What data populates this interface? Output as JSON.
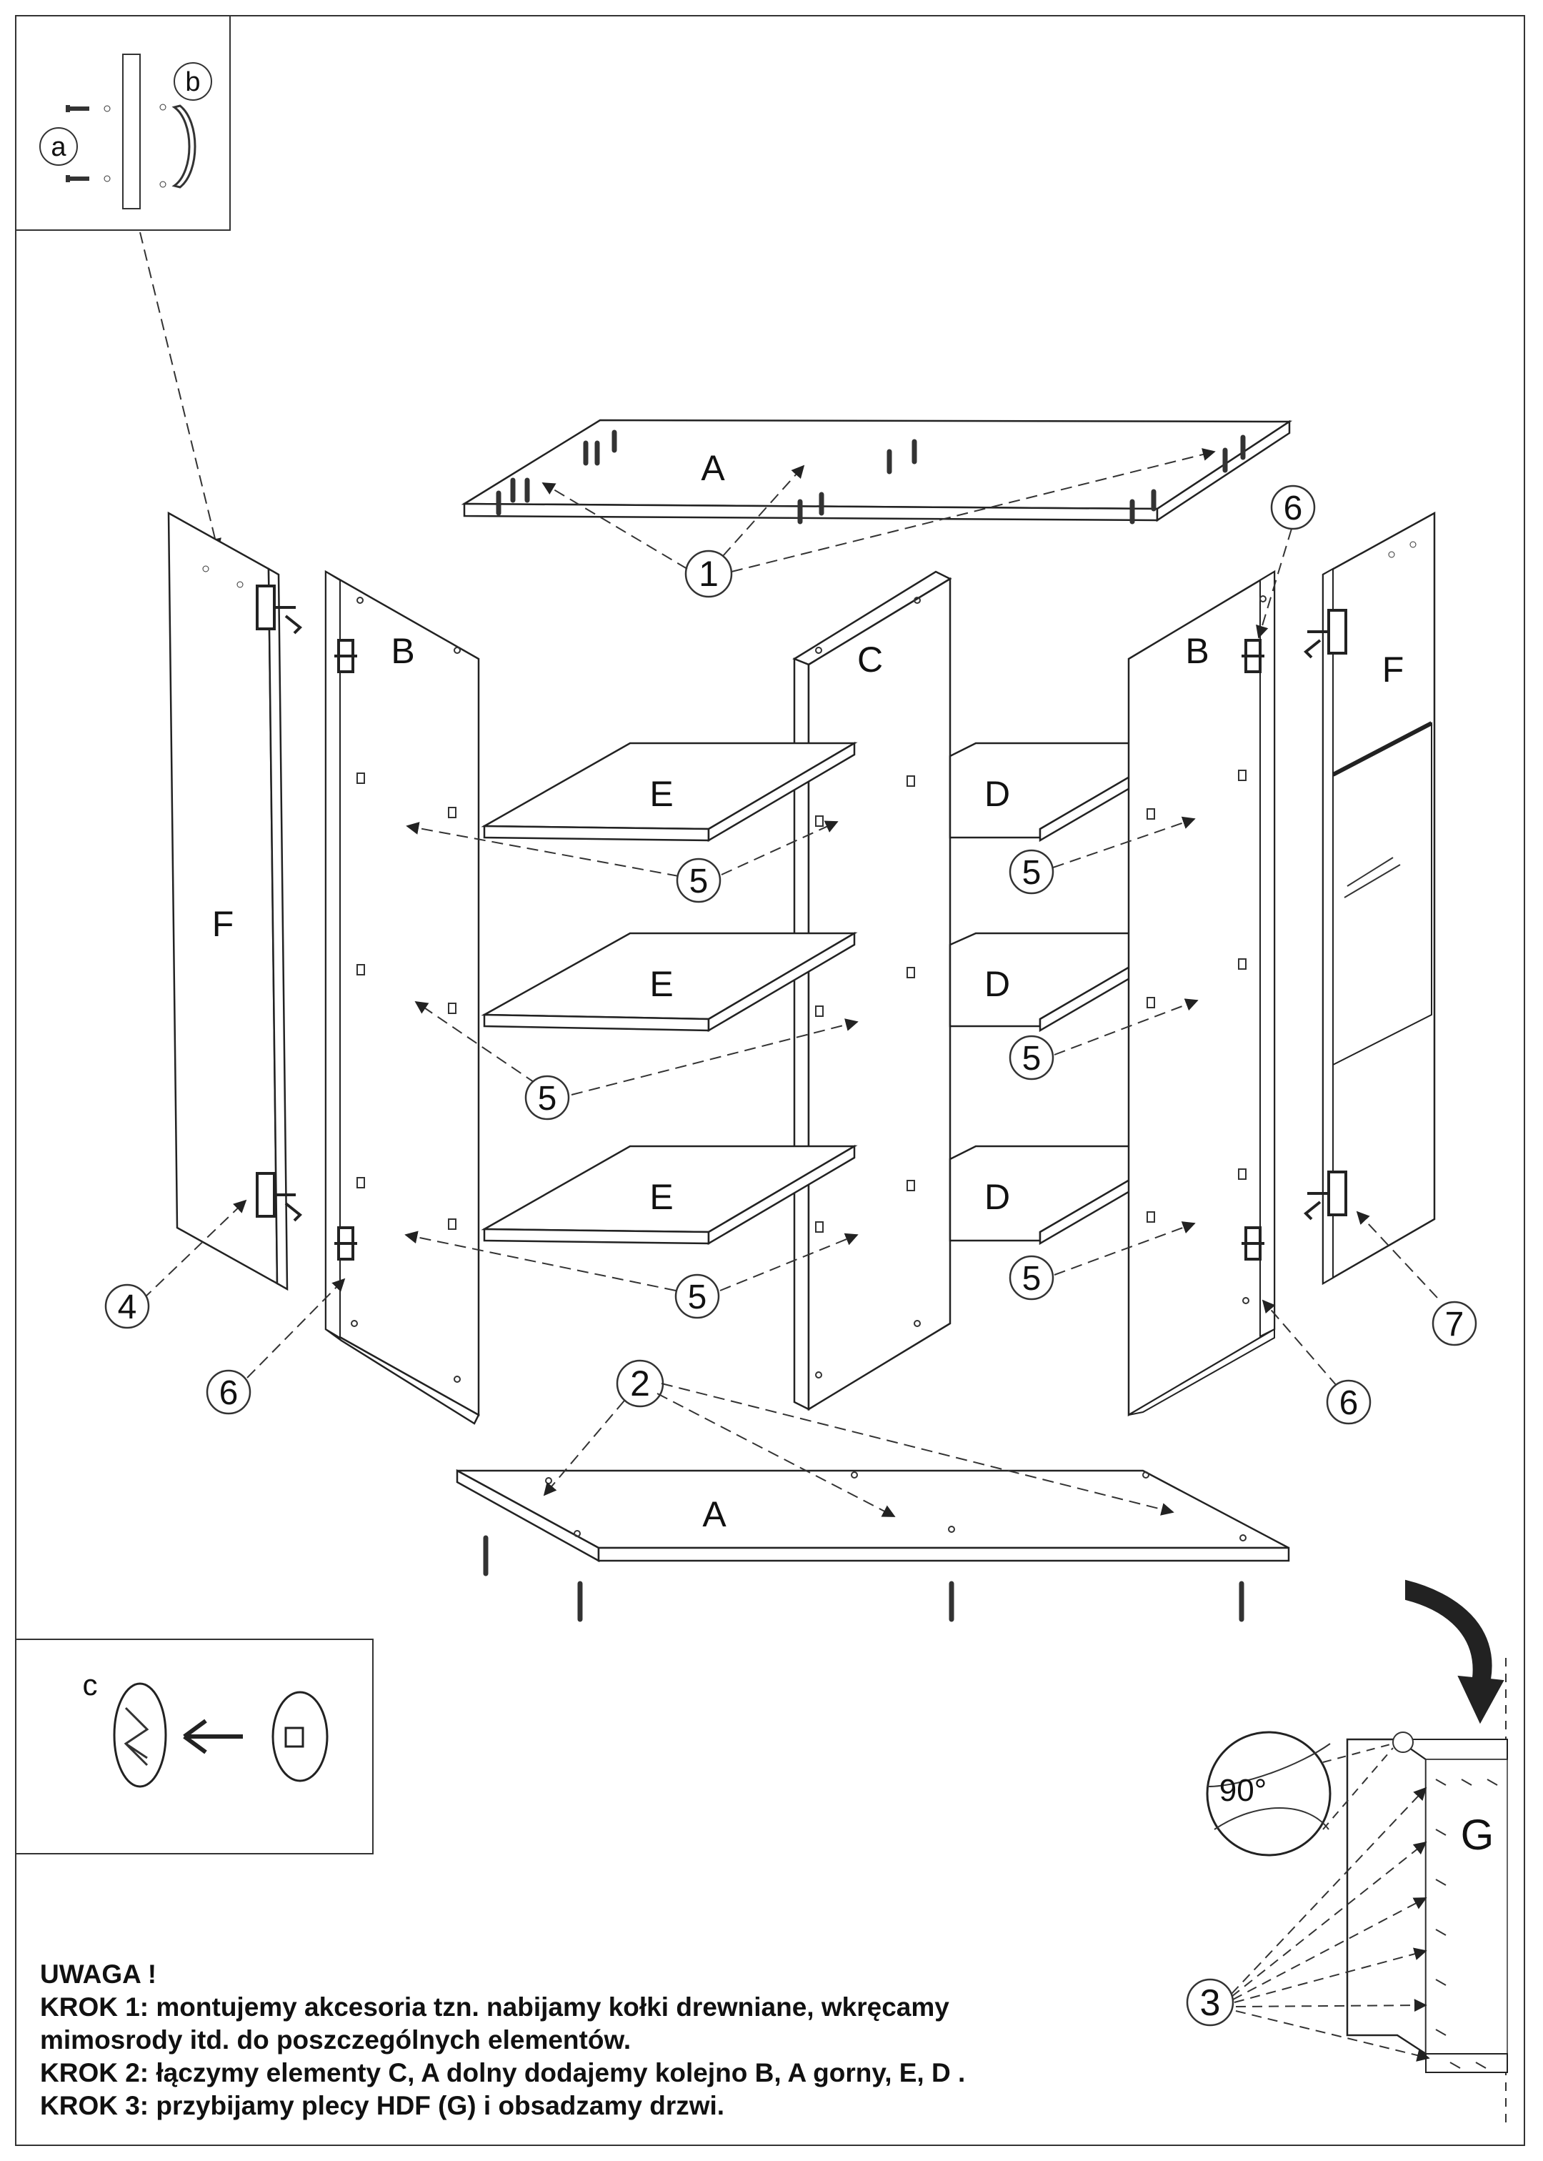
{
  "parts": {
    "A": "A",
    "B": "B",
    "C": "C",
    "D": "D",
    "E": "E",
    "F": "F",
    "G": "G"
  },
  "callouts": {
    "a": "a",
    "b": "b",
    "c": "c",
    "n1": "1",
    "n2": "2",
    "n3": "3",
    "n4": "4",
    "n5": "5",
    "n6": "6",
    "n7": "7"
  },
  "angle": "90°",
  "notes": {
    "heading": "UWAGA !",
    "step1a": "KROK 1: montujemy akcesoria tzn. nabijamy kołki drewniane, wkręcamy",
    "step1b": "mimosrody itd. do poszczególnych elementów.",
    "step2": "KROK 2: łączymy elementy C, A dolny dodajemy kolejno B, A gorny, E, D .",
    "step3": "KROK 3: przybijamy plecy HDF (G) i obsadzamy drzwi."
  },
  "colors": {
    "line": "#222222",
    "panel": "#ffffff"
  }
}
